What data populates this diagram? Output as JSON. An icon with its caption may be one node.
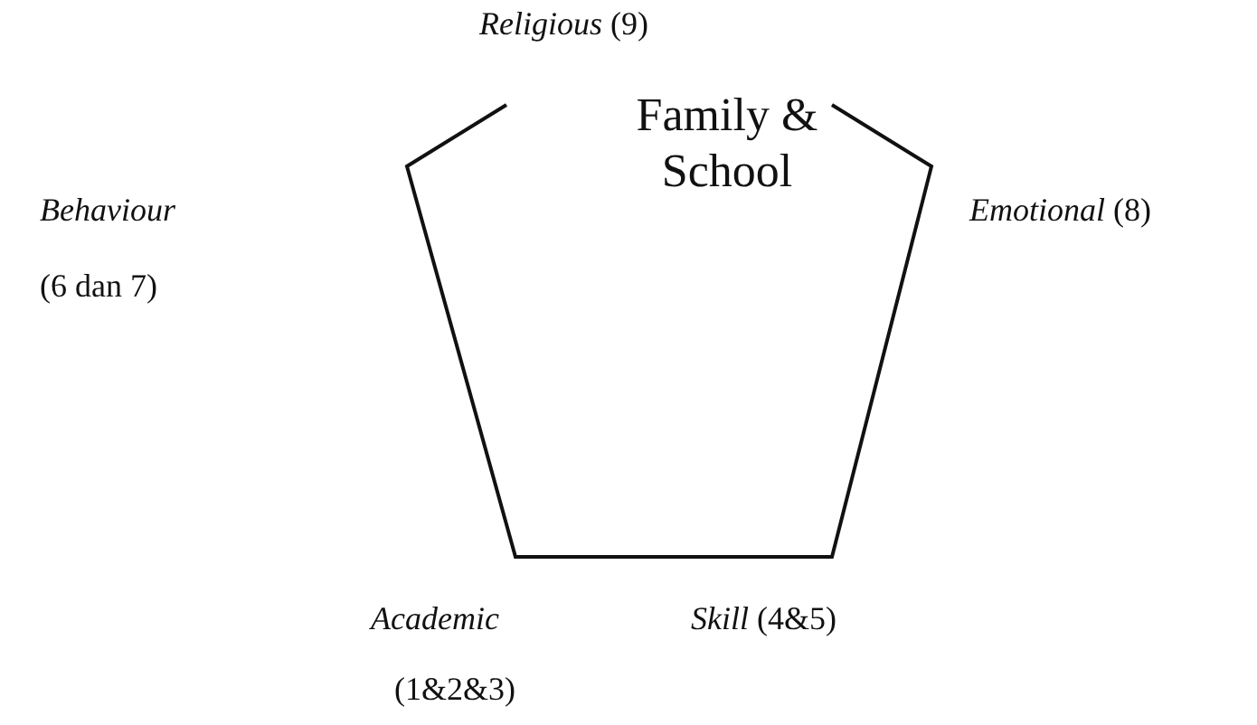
{
  "diagram": {
    "nodes": [
      {
        "text": [
          "Family & School"
        ]
      }
    ],
    "edges": [],
    "labels": [
      "*Religious* (9)",
      "Behaviour",
      "(6 dan 7)",
      "*Emotional* (8)",
      "Academic",
      "(1&2&3)",
      "*Skill* (4&5)"
    ]
  }
}
